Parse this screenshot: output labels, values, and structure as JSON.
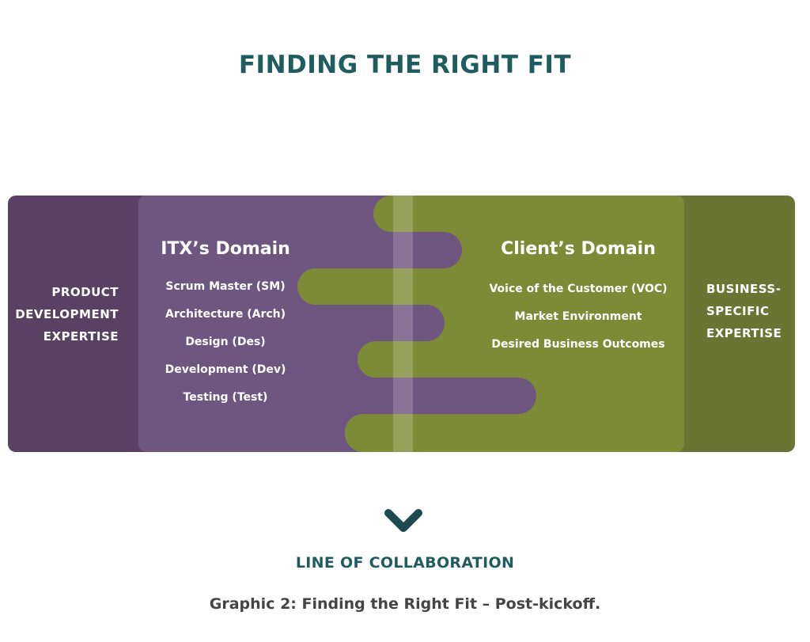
{
  "title": "FINDING THE RIGHT FIT",
  "left_outer": {
    "lines": [
      "PRODUCT",
      "DEVELOPMENT",
      "EXPERTISE"
    ]
  },
  "itx_domain": {
    "heading": "ITX’s Domain",
    "items": [
      "Scrum Master (SM)",
      "Architecture (Arch)",
      "Design (Des)",
      "Development (Dev)",
      "Testing (Test)"
    ]
  },
  "client_domain": {
    "heading": "Client’s Domain",
    "items": [
      "Voice of the Customer (VOC)",
      "Market Environment",
      "Desired Business Outcomes"
    ]
  },
  "right_outer": {
    "lines": [
      "BUSINESS-",
      "SPECIFIC",
      "EXPERTISE"
    ]
  },
  "collaboration_label": "LINE OF COLLABORATION",
  "caption": "Graphic 2: Finding the Right Fit – Post-kickoff.",
  "colors": {
    "title": "#1f5c60",
    "outer_purple": "#5a4163",
    "inner_purple": "#6f5680",
    "inner_olive": "#7e8b36",
    "outer_olive": "#6a7433",
    "arrow_top": "#3b98a3",
    "arrow_bottom": "#1d4a4f"
  }
}
